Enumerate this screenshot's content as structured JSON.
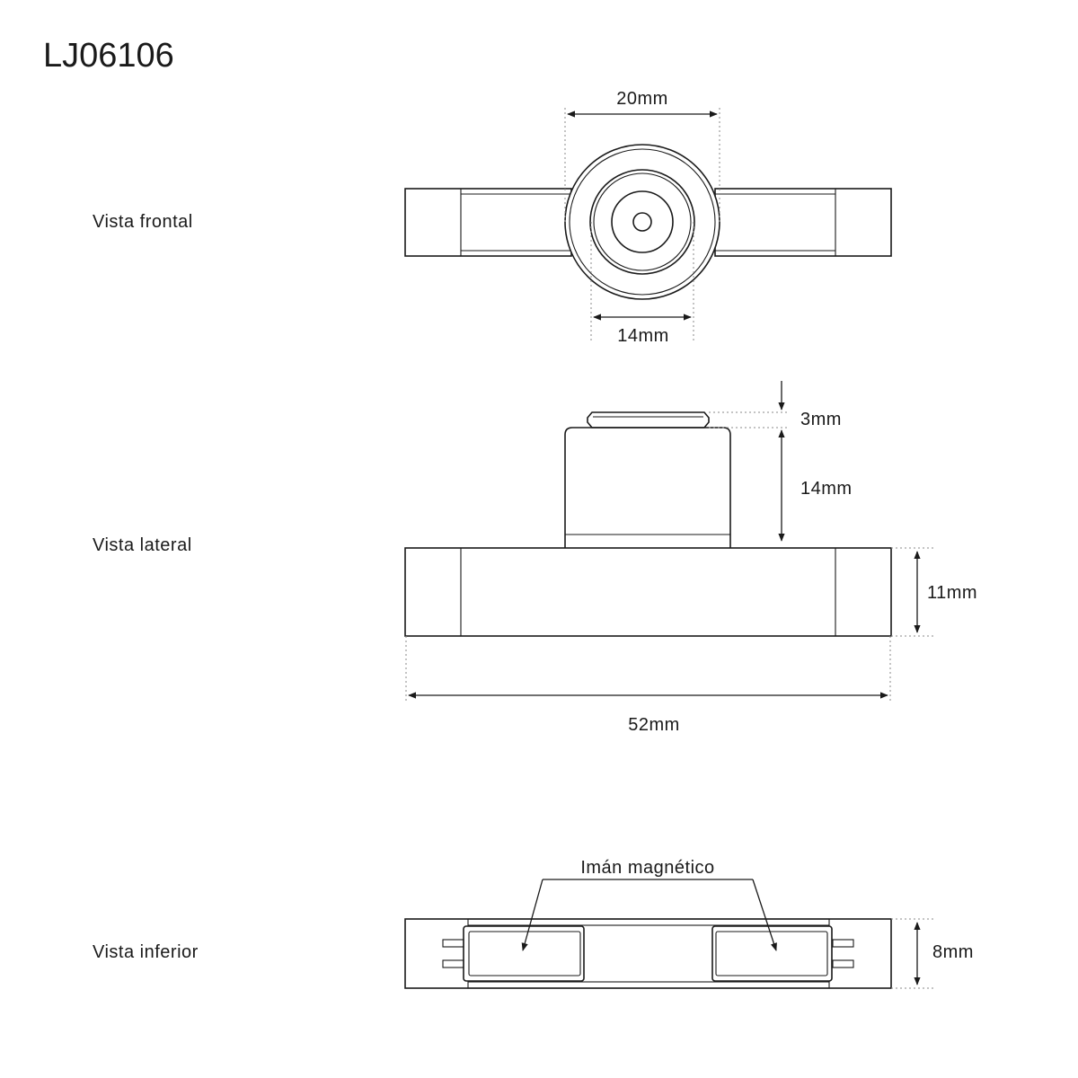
{
  "title": "LJ06106",
  "views": {
    "front": {
      "label": "Vista frontal",
      "dim_outer": "20mm",
      "dim_inner": "14mm"
    },
    "side": {
      "label": "Vista lateral",
      "dim_cap": "3mm",
      "dim_body": "14mm",
      "dim_base": "11mm",
      "dim_length": "52mm"
    },
    "bottom": {
      "label": "Vista inferior",
      "magnet_label": "Imán magnético",
      "dim_height": "8mm"
    }
  }
}
